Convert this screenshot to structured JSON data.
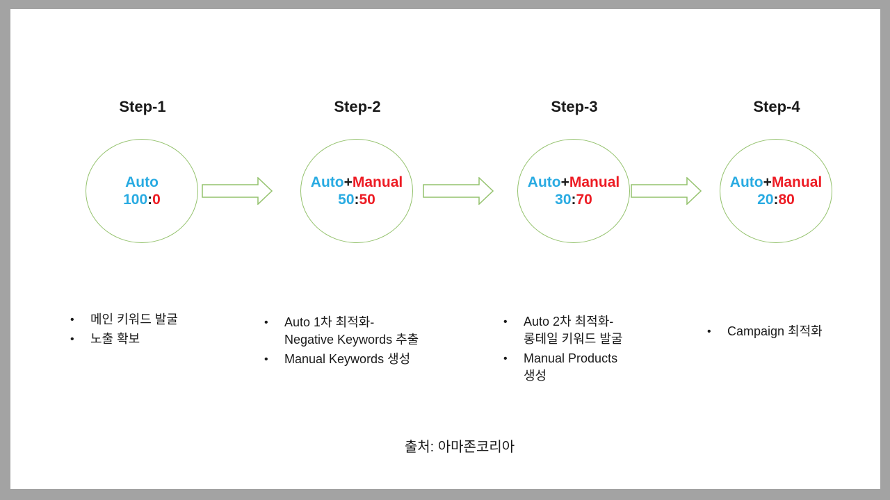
{
  "palette": {
    "auto_blue": "#29ABE2",
    "manual_red": "#ED1C24",
    "shape_green": "#94C26D",
    "text_black": "#1A1A1A",
    "frame_gray": "#A3A3A3",
    "slide_bg": "#FFFFFF"
  },
  "icons": {
    "step_connector": "right-arrow-icon",
    "bullet_glyph": "•"
  },
  "steps": [
    {
      "title": "Step-1",
      "circle_line1": [
        {
          "text": "Auto",
          "color": "blue"
        }
      ],
      "circle_line2": [
        {
          "text": "100",
          "color": "blue"
        },
        {
          "text": ":",
          "color": "text"
        },
        {
          "text": "0",
          "color": "red"
        }
      ],
      "bullets": [
        {
          "lines": [
            "메인 키워드 발굴"
          ]
        },
        {
          "lines": [
            "노출 확보"
          ]
        }
      ]
    },
    {
      "title": "Step-2",
      "circle_line1": [
        {
          "text": "Auto",
          "color": "blue"
        },
        {
          "text": "+",
          "color": "text"
        },
        {
          "text": "Manual",
          "color": "red"
        }
      ],
      "circle_line2": [
        {
          "text": "50",
          "color": "blue"
        },
        {
          "text": ":",
          "color": "text"
        },
        {
          "text": "50",
          "color": "red"
        }
      ],
      "bullets": [
        {
          "lines": [
            "Auto 1차 최적화-",
            "Negative Keywords 추출"
          ]
        },
        {
          "lines": [
            "Manual Keywords 생성"
          ]
        }
      ]
    },
    {
      "title": "Step-3",
      "circle_line1": [
        {
          "text": "Auto",
          "color": "blue"
        },
        {
          "text": "+",
          "color": "text"
        },
        {
          "text": "Manual",
          "color": "red"
        }
      ],
      "circle_line2": [
        {
          "text": "30",
          "color": "blue"
        },
        {
          "text": ":",
          "color": "text"
        },
        {
          "text": "70",
          "color": "red"
        }
      ],
      "bullets": [
        {
          "lines": [
            "Auto 2차 최적화-",
            "롱테일 키워드 발굴"
          ]
        },
        {
          "lines": [
            "Manual Products",
            "생성"
          ]
        }
      ]
    },
    {
      "title": "Step-4",
      "circle_line1": [
        {
          "text": "Auto",
          "color": "blue"
        },
        {
          "text": "+",
          "color": "text"
        },
        {
          "text": "Manual",
          "color": "red"
        }
      ],
      "circle_line2": [
        {
          "text": "20",
          "color": "blue"
        },
        {
          "text": ":",
          "color": "text"
        },
        {
          "text": "80",
          "color": "red"
        }
      ],
      "bullets": [
        {
          "lines": [
            "Campaign 최적화"
          ]
        }
      ]
    }
  ],
  "source_note": "출처: 아마존코리아"
}
